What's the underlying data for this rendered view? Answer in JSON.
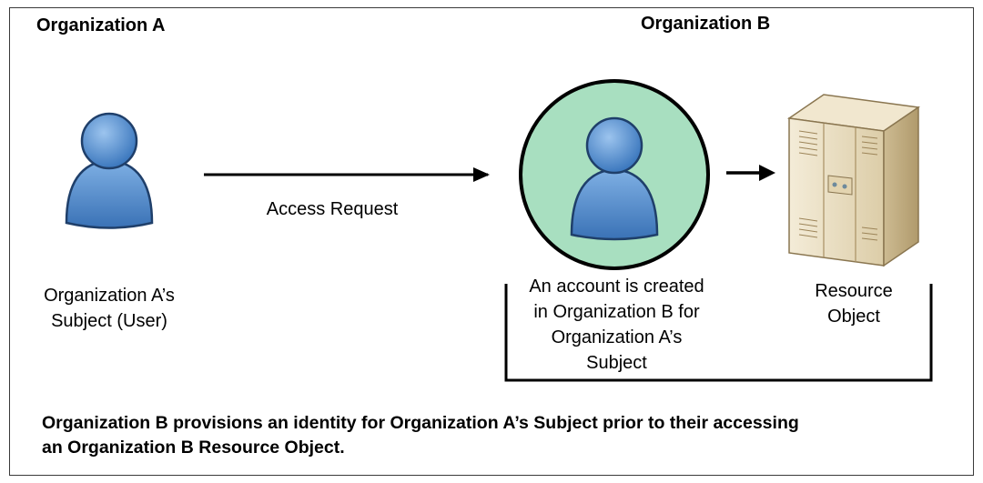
{
  "org_a": {
    "title": "Organization A"
  },
  "org_b": {
    "title": "Organization B"
  },
  "arrow_label": "Access Request",
  "subject_caption": {
    "line1": "Organization A’s",
    "line2": "Subject (User)"
  },
  "account_caption": {
    "line1": "An account is created",
    "line2": "in Organization B for",
    "line3": "Organization A’s",
    "line4": "Subject"
  },
  "resource_caption": {
    "line1": "Resource",
    "line2": "Object"
  },
  "footer": {
    "line1": "Organization B provisions an identity for Organization A’s Subject prior to their accessing",
    "line2": "an Organization B Resource Object."
  },
  "icons": {
    "subject": "user-icon",
    "account": "user-icon",
    "resource": "server-icon"
  },
  "colors": {
    "user_blue": "#4a86c8",
    "account_circle": "#a8dfc0",
    "server_beige": "#e8dcc0"
  }
}
